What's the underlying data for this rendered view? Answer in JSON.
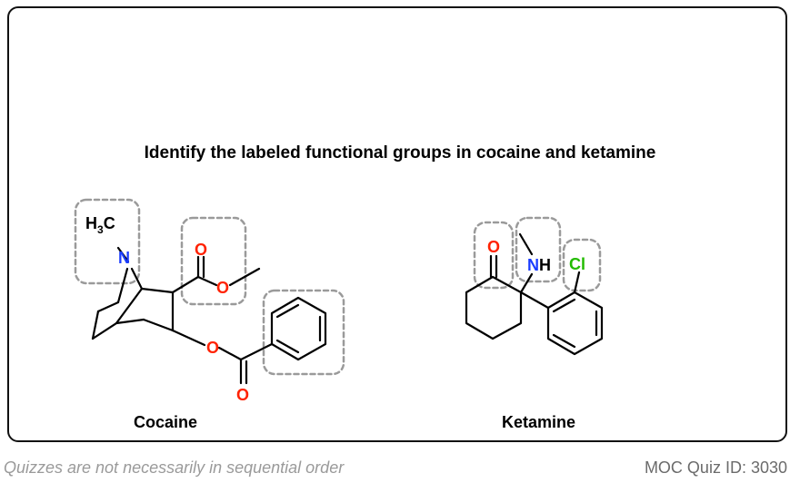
{
  "question": {
    "prompt": "Identify the labeled functional groups in cocaine and ketamine"
  },
  "molecules": {
    "cocaine": {
      "name": "Cocaine",
      "atoms": {
        "methyl": "H3C",
        "nitrogen": "N",
        "ester_o_double": "O",
        "ester_o_single": "O",
        "benzoate_o_single": "O",
        "benzoate_o_double": "O"
      }
    },
    "ketamine": {
      "name": "Ketamine",
      "atoms": {
        "ketone_o": "O",
        "amine": "NH",
        "chlorine": "Cl"
      }
    }
  },
  "footer": {
    "note": "Quizzes are not necessarily in sequential order",
    "quiz_id": "MOC Quiz ID: 3030"
  },
  "colors": {
    "oxygen": "#ff2200",
    "nitrogen": "#1a3cff",
    "chlorine": "#22bb00",
    "highlight_box": "#9a9a9a"
  }
}
